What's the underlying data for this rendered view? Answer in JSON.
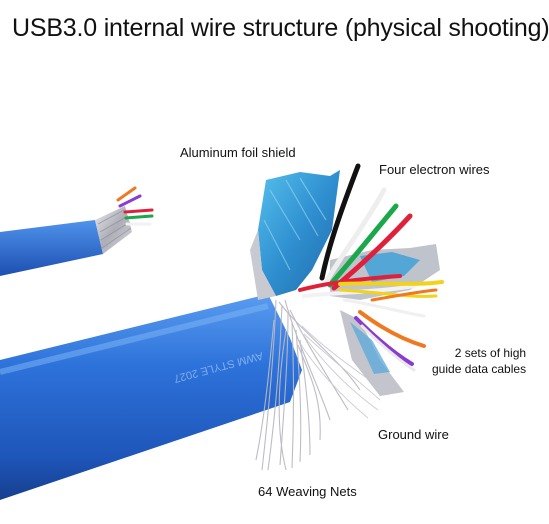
{
  "title": "USB3.0 internal wire structure (physical shooting)",
  "labels": {
    "aluminum_foil": "Aluminum foil shield",
    "four_electron": "Four electron wires",
    "high_guide_line1": "2 sets of high",
    "high_guide_line2": "guide data cables",
    "ground_wire": "Ground wire",
    "weaving_nets": "64 Weaving Nets"
  },
  "cable_print": "AWM STYLE 2027",
  "colors": {
    "cable_blue": "#2b6fd6",
    "foil_blue": "#3aa6dc",
    "wire_black": "#111111",
    "wire_white": "#f2f2f2",
    "wire_green": "#1aa84a",
    "wire_red": "#e0203a",
    "wire_yellow": "#f2d21a",
    "wire_orange": "#f07820",
    "wire_purple": "#8a3bd0"
  }
}
